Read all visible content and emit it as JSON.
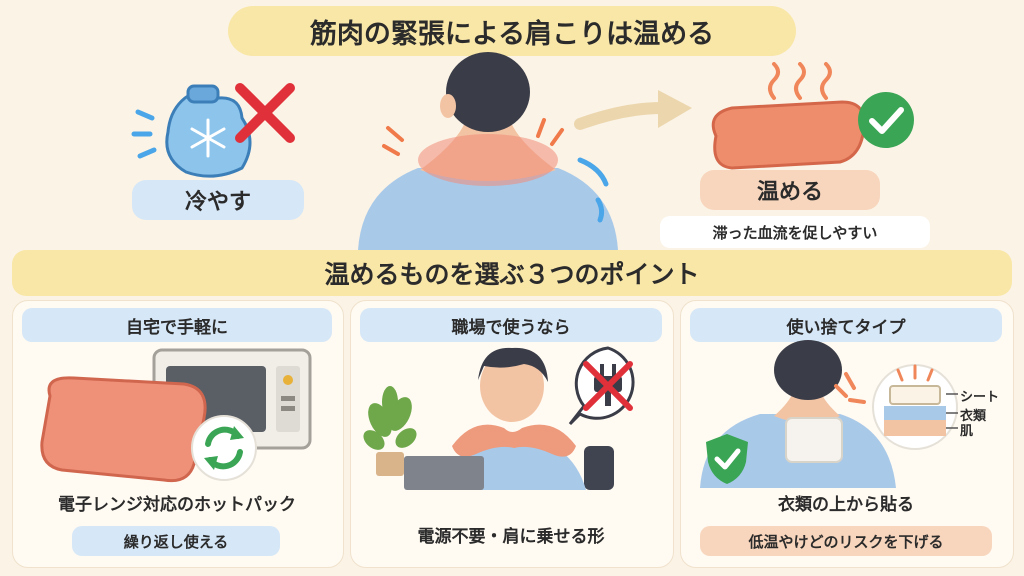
{
  "title": "筋肉の緊張による肩こりは温める",
  "top": {
    "cold": {
      "label": "冷やす",
      "icons": [
        "ice-pack-icon",
        "snowflake-icon",
        "cross-icon"
      ]
    },
    "warm": {
      "label": "温める",
      "sublabel": "滞った血流を促しやすい",
      "icons": [
        "heat-pad-icon",
        "steam-icon",
        "check-icon"
      ]
    },
    "center_illustration": "person-back-shoulder-icon"
  },
  "section_title": "温めるものを選ぶ３つのポイント",
  "points": [
    {
      "header": "自宅で手軽に",
      "caption": "電子レンジ対応のホットパック",
      "note": "繰り返し使える",
      "icons": [
        "microwave-icon",
        "hot-pack-icon",
        "reuse-icon"
      ]
    },
    {
      "header": "職場で使うなら",
      "caption": "電源不要・肩に乗せる形",
      "icons": [
        "plant-icon",
        "laptop-icon",
        "no-plug-icon"
      ]
    },
    {
      "header": "使い捨てタイプ",
      "caption": "衣類の上から貼る",
      "note": "低温やけどのリスクを下げる",
      "layers": [
        "シート",
        "衣類",
        "肌"
      ],
      "icons": [
        "shield-check-icon",
        "patch-icon",
        "layer-diagram-icon"
      ]
    }
  ],
  "colors": {
    "background": "#fbf3e6",
    "title_pill": "#f9e7a8",
    "blue_pill": "#d6e7f7",
    "peach_pill": "#f8d6bd",
    "cross_red": "#e0303a",
    "check_green": "#3aa655"
  }
}
